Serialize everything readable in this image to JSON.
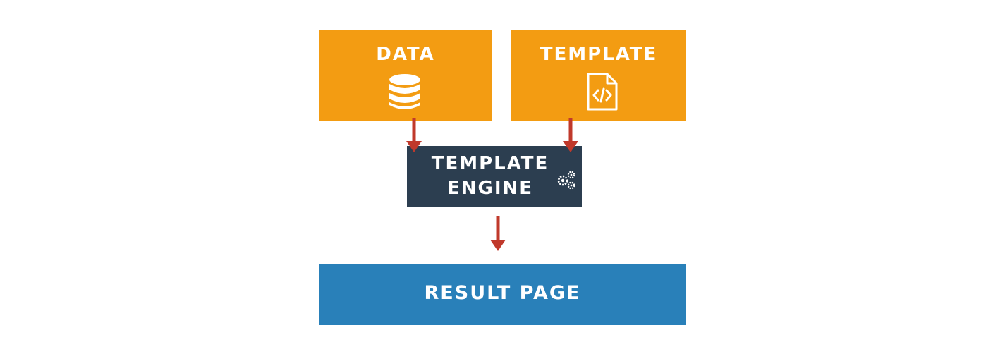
{
  "diagram": {
    "data_box": {
      "label": "DATA",
      "icon": "database-icon",
      "color": "#f39c12"
    },
    "template_box": {
      "label": "TEMPLATE",
      "icon": "code-file-icon",
      "color": "#f39c12"
    },
    "engine_box": {
      "label_line1": "TEMPLATE",
      "label_line2": "ENGINE",
      "icon": "gears-icon",
      "color": "#2c3e50"
    },
    "result_box": {
      "label": "RESULT PAGE",
      "color": "#2980b9"
    },
    "arrow_color": "#c0392b",
    "edges": [
      {
        "from": "DATA",
        "to": "TEMPLATE ENGINE"
      },
      {
        "from": "TEMPLATE",
        "to": "TEMPLATE ENGINE"
      },
      {
        "from": "TEMPLATE ENGINE",
        "to": "RESULT PAGE"
      }
    ]
  }
}
